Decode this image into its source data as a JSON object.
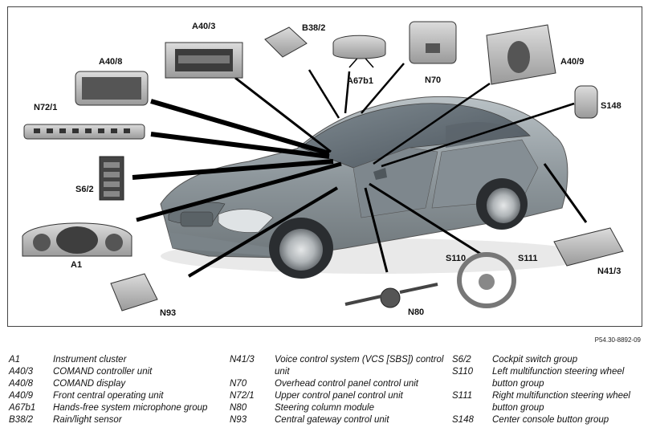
{
  "figure": {
    "callouts": {
      "A40_3": "A40/3",
      "B38_2": "B38/2",
      "A67b1": "A67b1",
      "N70": "N70",
      "A40_9": "A40/9",
      "A40_8": "A40/8",
      "N72_1": "N72/1",
      "S148": "S148",
      "S6_2": "S6/2",
      "A1": "A1",
      "N93": "N93",
      "N80": "N80",
      "S110": "S110",
      "S111": "S111",
      "N41_3": "N41/3"
    },
    "reference": "P54.30-8892-09"
  },
  "legend": {
    "col1": [
      {
        "code": "A1",
        "desc": "Instrument cluster"
      },
      {
        "code": "A40/3",
        "desc": "COMAND controller unit"
      },
      {
        "code": "A40/8",
        "desc": "COMAND display"
      },
      {
        "code": "A40/9",
        "desc": "Front central operating unit"
      },
      {
        "code": "A67b1",
        "desc": "Hands-free system microphone group"
      },
      {
        "code": "B38/2",
        "desc": "Rain/light sensor"
      }
    ],
    "col2": [
      {
        "code": "N41/3",
        "desc": "Voice control system (VCS [SBS]) control unit"
      },
      {
        "code": "N70",
        "desc": "Overhead control panel control unit"
      },
      {
        "code": "N72/1",
        "desc": "Upper control panel control unit"
      },
      {
        "code": "N80",
        "desc": "Steering column module"
      },
      {
        "code": "N93",
        "desc": "Central gateway control unit"
      }
    ],
    "col3": [
      {
        "code": "S6/2",
        "desc": "Cockpit switch group"
      },
      {
        "code": "S110",
        "desc": "Left multifunction steering wheel button group"
      },
      {
        "code": "S111",
        "desc": "Right multifunction steering wheel button group"
      },
      {
        "code": "S148",
        "desc": "Center console button group"
      }
    ]
  },
  "colors": {
    "car_body": "#9aa3a8",
    "frame_border": "#444444",
    "leader": "#000000"
  }
}
